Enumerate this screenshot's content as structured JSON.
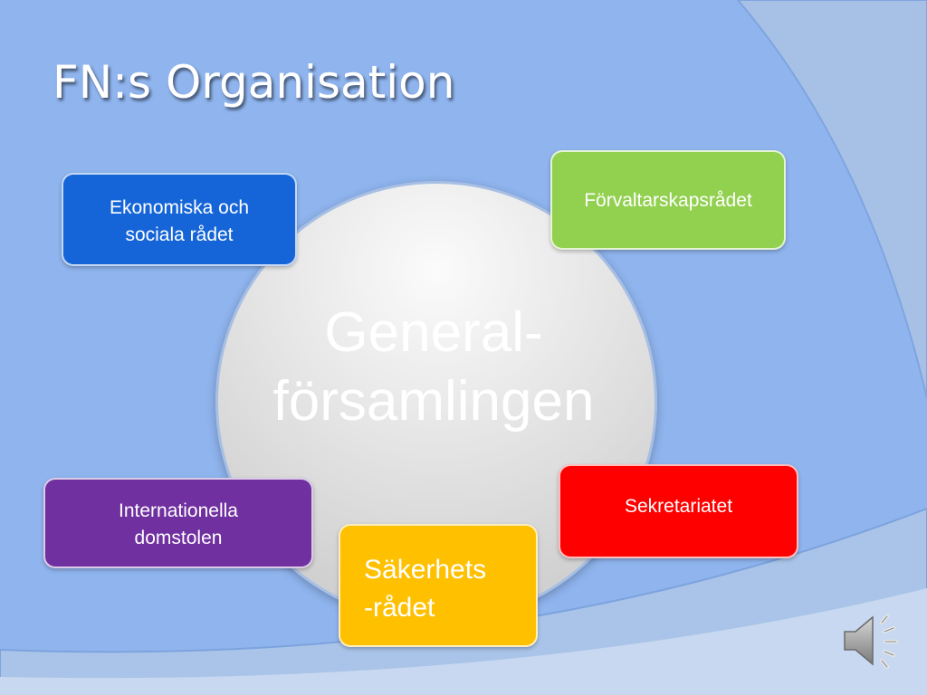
{
  "slide": {
    "title": "FN:s Organisation",
    "center_label": "General-\nförsamlingen",
    "boxes": {
      "ekonomiska": "Ekonomiska och\nsociala rådet",
      "forvaltar": "Förvaltarskapsrådet",
      "internationella": "Internationella\ndomstolen",
      "sekretariatet": "Sekretariatet",
      "sakerhets": "Säkerhets\n-rådet"
    },
    "colors": {
      "background": "#8fb4ee",
      "ekonomiska": "#1565d8",
      "forvaltar": "#92d050",
      "internationella": "#7030a0",
      "sekretariatet": "#ff0000",
      "sakerhets": "#ffc000"
    },
    "icons": {
      "audio": "speaker-icon"
    }
  }
}
